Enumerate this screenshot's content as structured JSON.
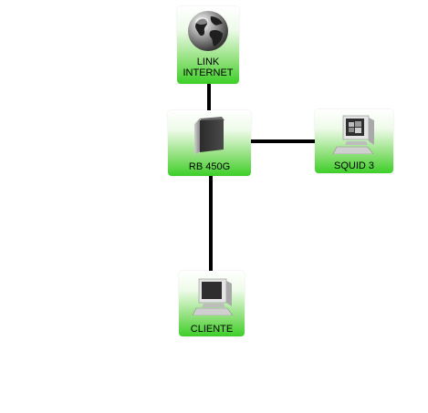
{
  "nodes": {
    "internet": {
      "label": "LINK\nINTERNET",
      "icon": "globe-icon"
    },
    "router": {
      "label": "RB 450G",
      "icon": "router-device-icon"
    },
    "proxy": {
      "label": "SQUID 3",
      "icon": "windows-computer-icon"
    },
    "client": {
      "label": "CLIENTE",
      "icon": "computer-icon"
    }
  },
  "colors": {
    "node_top": "#ffffff",
    "node_bottom": "#3dcf28",
    "link": "#000000"
  }
}
